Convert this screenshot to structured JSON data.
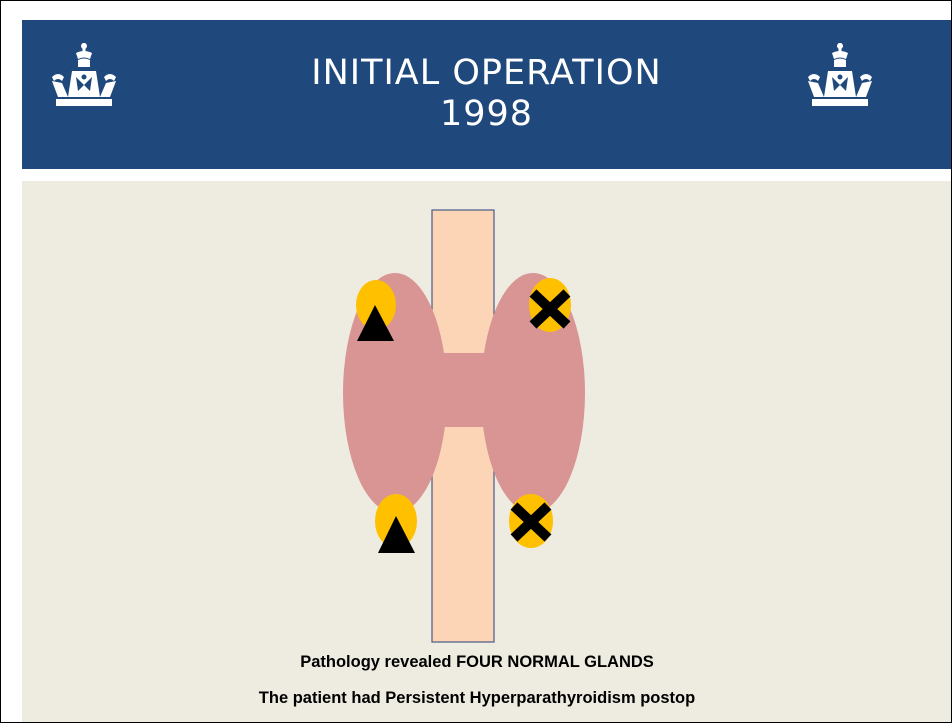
{
  "header": {
    "title_line1": "INITIAL OPERATION",
    "title_line2": "1998",
    "background_color": "#1f497d",
    "logo_icon": "crown-icon"
  },
  "diagram": {
    "thyroid_color": "#d99594",
    "trachea_color": "#fbd5b5",
    "gland_color": "#ffc000",
    "glands": [
      {
        "side": "right",
        "position": "upper",
        "marker": "triangle"
      },
      {
        "side": "right",
        "position": "lower",
        "marker": "triangle"
      },
      {
        "side": "left",
        "position": "upper",
        "marker": "x"
      },
      {
        "side": "left",
        "position": "lower",
        "marker": "x"
      }
    ]
  },
  "caption": {
    "line1": "Pathology revealed FOUR NORMAL GLANDS",
    "line2": "The patient had Persistent Hyperparathyroidism postop"
  }
}
